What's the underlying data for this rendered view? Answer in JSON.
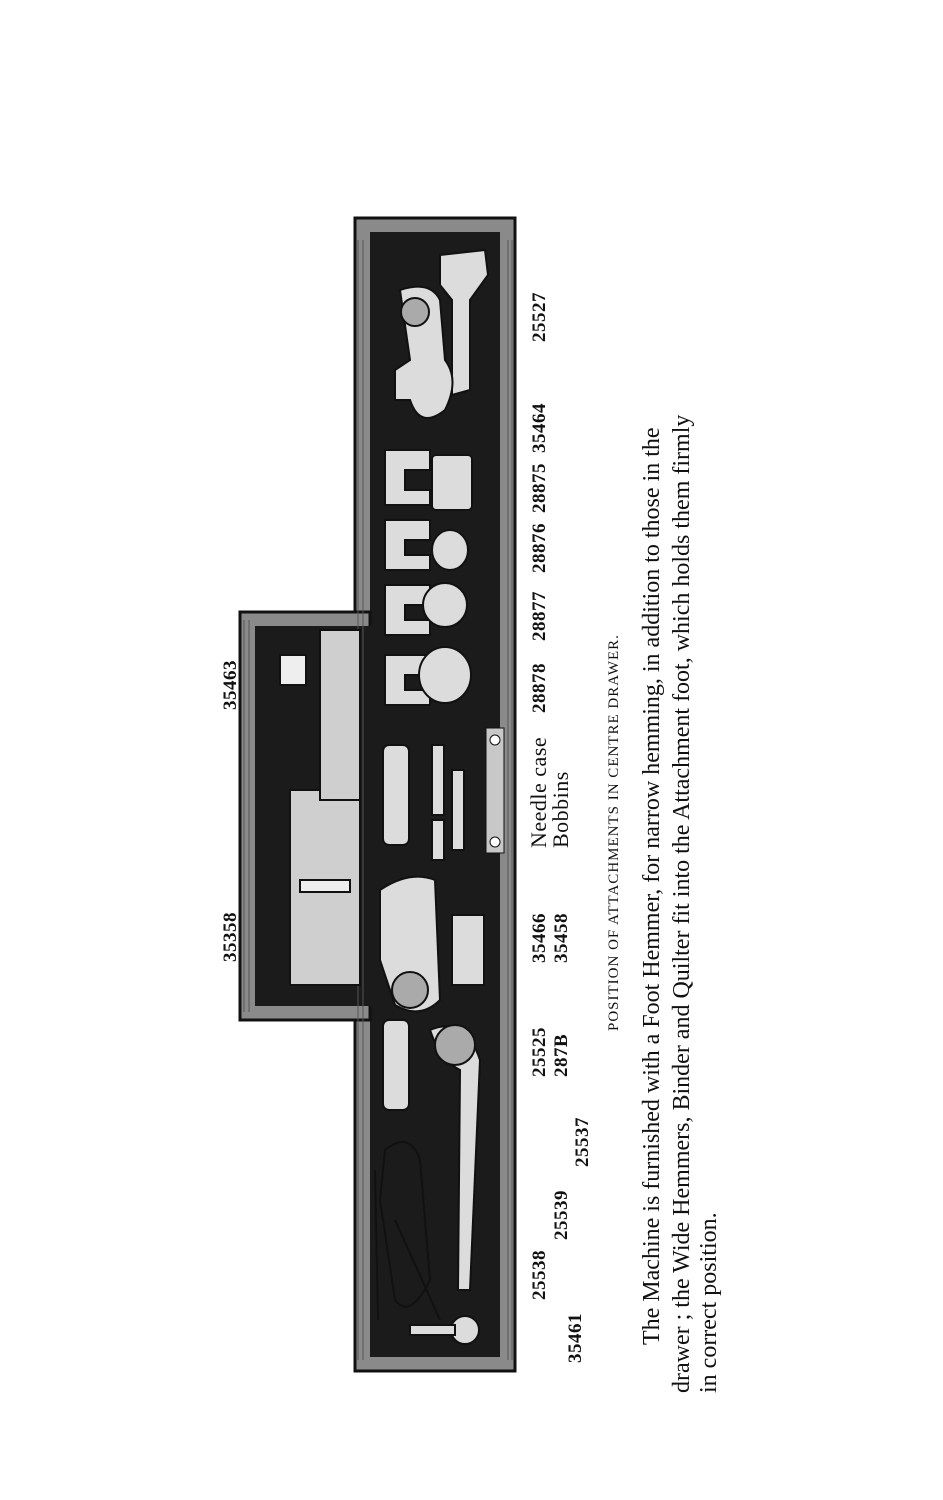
{
  "illustration": {
    "description_alt": "Engraving of sewing machine attachments arranged in centre drawer",
    "wood_color": "#8a8a8a",
    "felt_color": "#1a1a1a",
    "metal_color": "#d8d8d8"
  },
  "part_labels": {
    "top": [
      "35358",
      "35463"
    ],
    "row1": [
      "25538",
      "25539",
      "25537",
      "25525",
      "35466",
      "Needle case",
      "28878",
      "28877",
      "28876",
      "28875",
      "35464",
      "25527"
    ],
    "row2": [
      "35461",
      "287B",
      "35458",
      "Bobbins"
    ]
  },
  "caption": "POSITION OF ATTACHMENTS IN CENTRE DRAWER.",
  "paragraph": {
    "line1": "The Machine is furnished with a Foot Hemmer, for narrow hemming, in addition to those in the",
    "line2": "drawer ; the Wide Hemmers, Binder and Quilter fit into the Attachment foot, which holds them firmly",
    "line3": "in correct position."
  }
}
